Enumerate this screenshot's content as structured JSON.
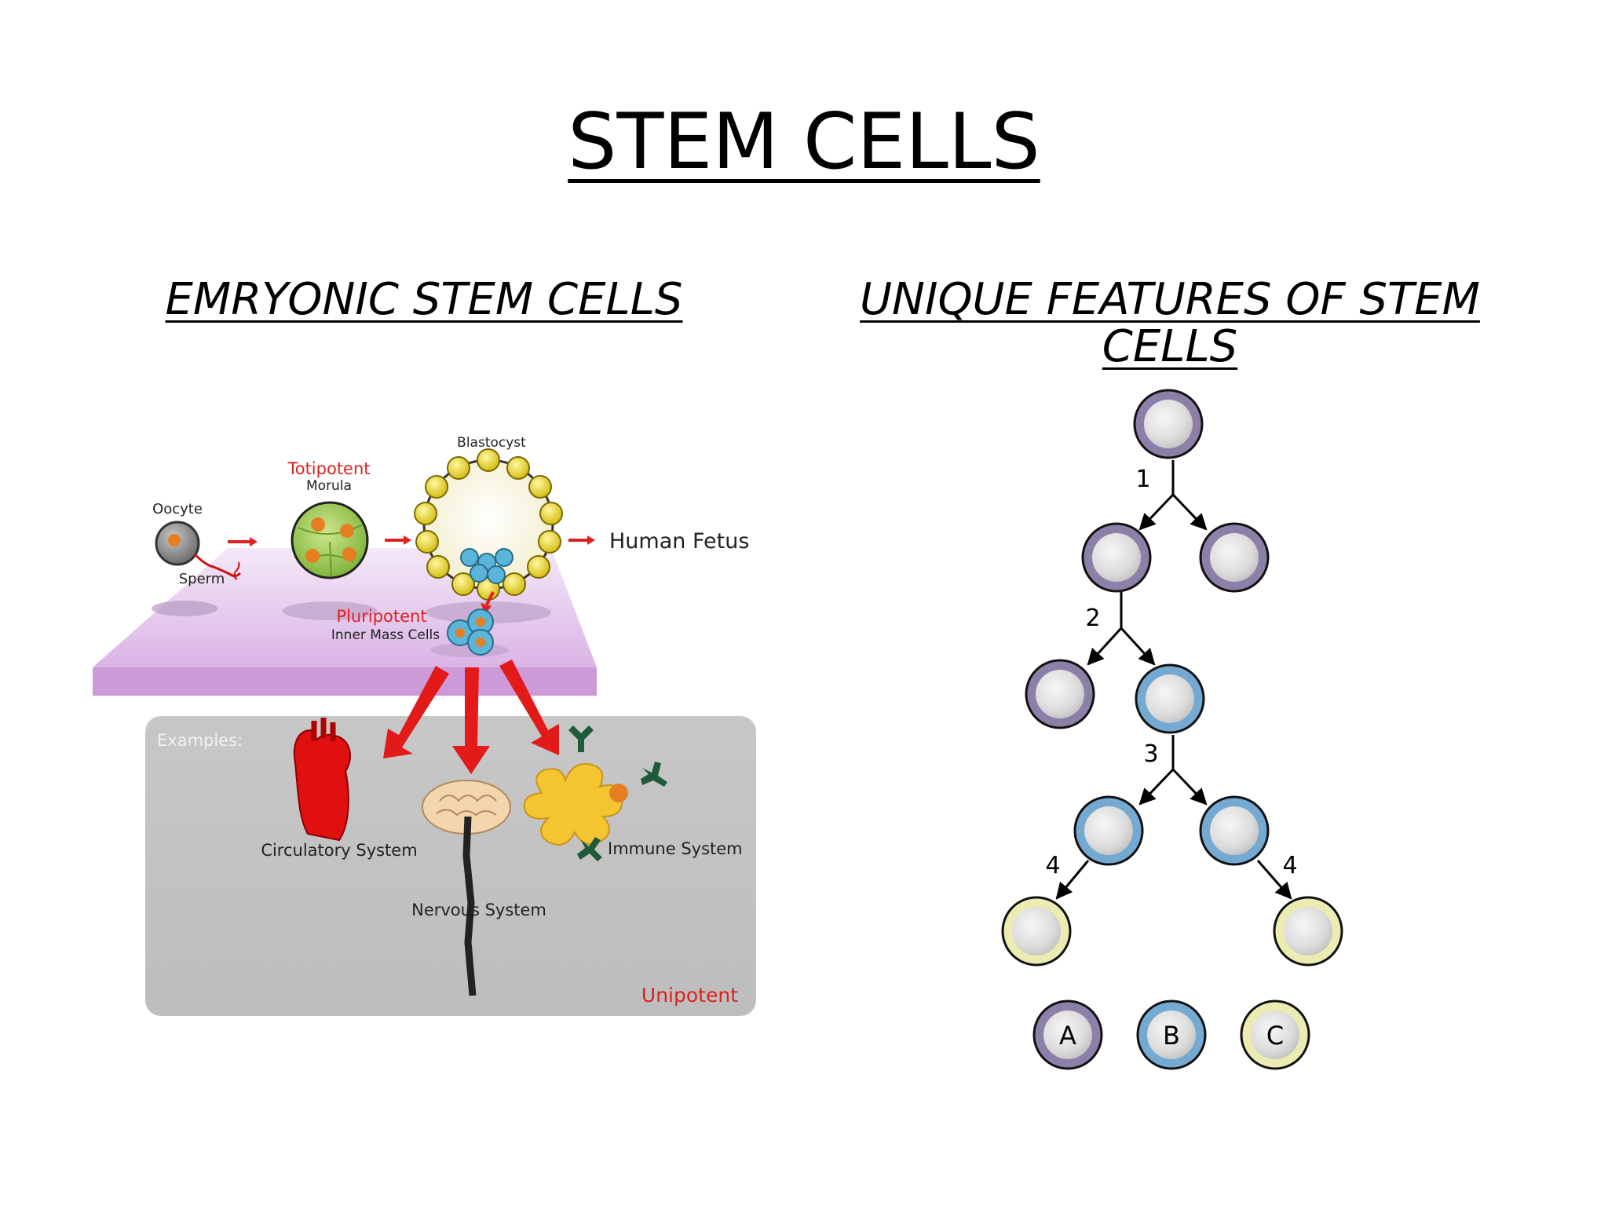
{
  "title": "STEM CELLS",
  "left_section": {
    "heading": "EMRYONIC STEM CELLS",
    "diagram": {
      "oocyte": "Oocyte",
      "sperm": "Sperm",
      "totipotent": "Totipotent",
      "morula": "Morula",
      "blastocyst": "Blastocyst",
      "human_fetus": "Human Fetus",
      "pluripotent": "Pluripotent",
      "inner_mass_cells": "Inner Mass Cells",
      "examples": "Examples:",
      "circulatory": "Circulatory System",
      "nervous": "Nervous System",
      "immune": "Immune System",
      "unipotent": "Unipotent"
    }
  },
  "right_section": {
    "heading": "UNIQUE FEATURES OF STEM CELLS",
    "step_labels": [
      "1",
      "2",
      "3",
      "4",
      "4"
    ],
    "legend": [
      "A",
      "B",
      "C"
    ],
    "colors": {
      "A": "#8c80a8",
      "B": "#74a9d2",
      "C": "#ecebb1"
    }
  }
}
